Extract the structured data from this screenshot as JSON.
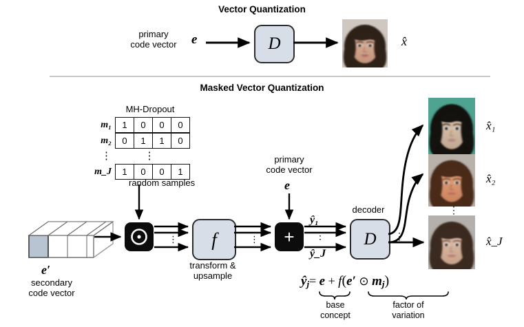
{
  "sections": {
    "top": {
      "title": "Vector Quantization",
      "input_label_line1": "primary",
      "input_label_line2": "code vector",
      "input_symbol": "e",
      "decoder_symbol": "D",
      "output_symbol": "x̂"
    },
    "bottom": {
      "title": "Masked Vector Quantization",
      "dropout_title": "MH-Dropout",
      "matrix_row_labels": [
        "m₁",
        "m₂",
        "m_J"
      ],
      "matrix_rows": [
        [
          1,
          0,
          0,
          0
        ],
        [
          0,
          1,
          1,
          0
        ],
        [
          1,
          0,
          0,
          1
        ]
      ],
      "matrix_vdots": "⋮",
      "random_samples_label": "random samples",
      "hadamard_symbol": "⊙",
      "transform_symbol": "f",
      "transform_label_line1": "transform &",
      "transform_label_line2": "upsample",
      "plus_symbol": "+",
      "primary_label_line1": "primary",
      "primary_label_line2": "code vector",
      "primary_symbol": "e",
      "yhat_first": "ŷ₁",
      "yhat_last": "ŷ_J",
      "yhat_vdots": "⋮",
      "decoder_title": "decoder",
      "decoder_symbol": "D",
      "decoder_out_vdots": "⋮",
      "secondary_symbol": "e′",
      "secondary_label_line1": "secondary",
      "secondary_label_line2": "code vector",
      "outputs": [
        {
          "label": "x̂₁"
        },
        {
          "label": "x̂₂"
        },
        {
          "label": "x̂_J"
        }
      ],
      "outputs_vdots": "⋮",
      "formula": {
        "full": "ŷ_j = e + f(e′ ⊙ m_j)",
        "lhs": "ŷ",
        "lhs_sub": "j",
        "eq": "=",
        "base_term": "e",
        "plus": "+",
        "fn": "f",
        "open_paren": "(",
        "e_prime": "e′",
        "hadamard": "⊙",
        "m_j": "m",
        "m_sub": "j",
        "close_paren": ")",
        "brace_label_1_line1": "base",
        "brace_label_1_line2": "concept",
        "brace_label_2_line1": "factor of",
        "brace_label_2_line2": "variation"
      }
    }
  },
  "colors": {
    "box_fill": "#d7dee7",
    "box_border": "#2b2b2b",
    "op_fill": "#0c0c0c",
    "divider": "#c8c8c8",
    "arrow": "#000000"
  }
}
